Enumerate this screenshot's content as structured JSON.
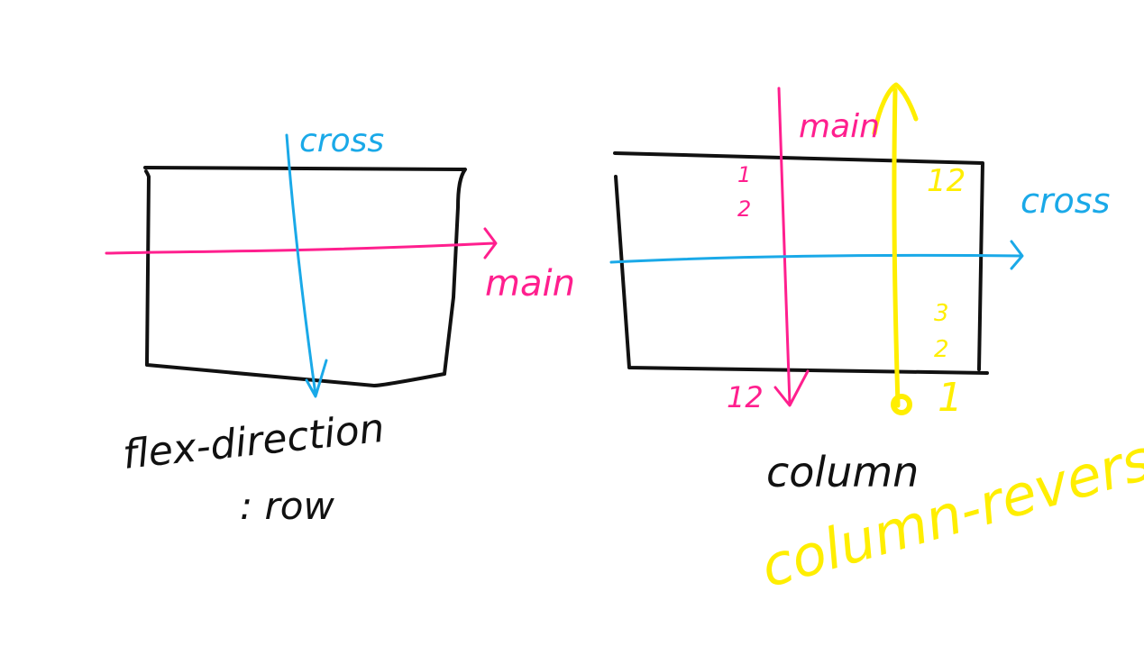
{
  "colors": {
    "ink": "#111111",
    "main_axis": "#ff1f8e",
    "cross_axis": "#1aa9e8",
    "reverse": "#ffee00"
  },
  "row_diagram": {
    "axis_main_label": "main",
    "axis_cross_label": "cross",
    "caption_line1": "flex-direction",
    "caption_line2": ": row"
  },
  "column_diagram": {
    "axis_main_label": "main",
    "axis_cross_label": "cross",
    "caption": "column",
    "order_top_left": [
      "1",
      "2"
    ],
    "order_bottom_left": "12",
    "reverse_caption": "column-reverse",
    "reverse_top_right": "12",
    "reverse_bottom_right": [
      "3",
      "2",
      "1"
    ]
  }
}
